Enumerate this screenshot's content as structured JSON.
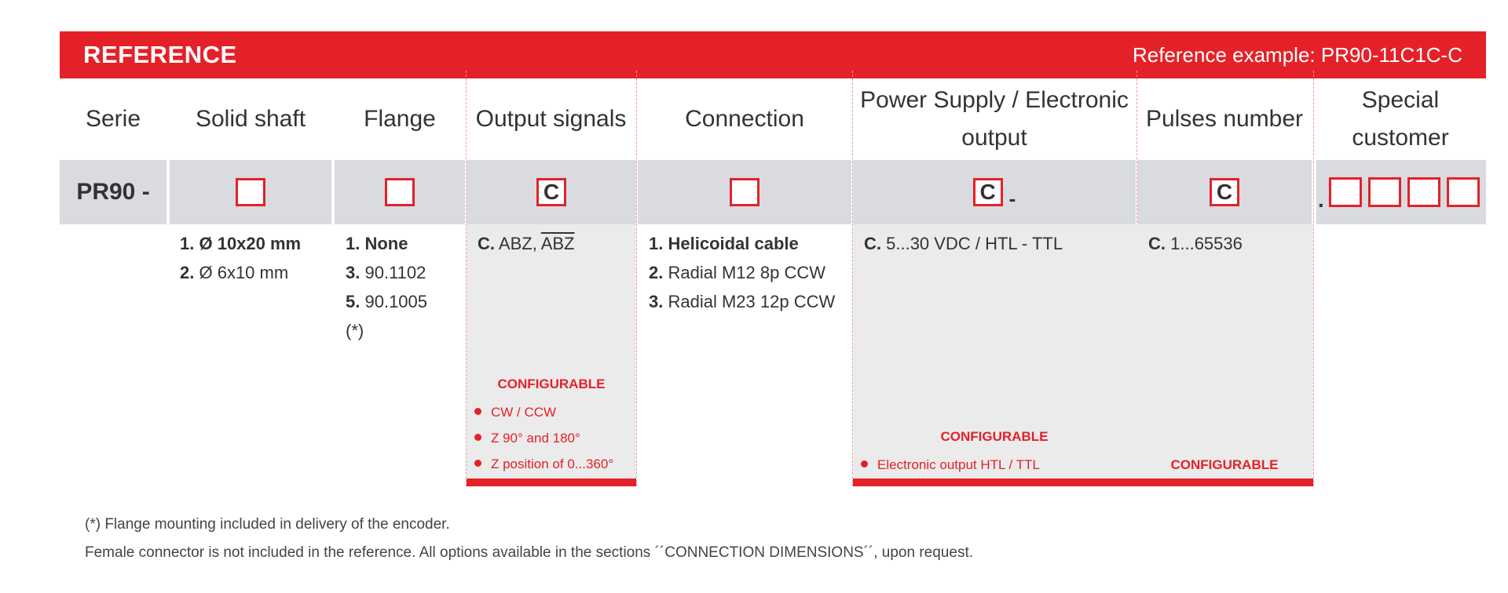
{
  "banner": {
    "title": "REFERENCE",
    "example": "Reference example: PR90-11C1C-C"
  },
  "columns": {
    "serie": "Serie",
    "solid_shaft": "Solid shaft",
    "flange": "Flange",
    "output_signals": "Output signals",
    "connection": "Connection",
    "power_supply": "Power Supply / Electronic output",
    "pulses_number": "Pulses number",
    "special_customer": "Special customer"
  },
  "selection": {
    "serie_value": "PR90 -",
    "output_code": "C",
    "power_code": "C",
    "power_dash": "-",
    "pulses_code": "C",
    "special_dot": "."
  },
  "solid_shaft_options": [
    {
      "code": "1.",
      "text": "Ø 10x20 mm"
    },
    {
      "code": "2.",
      "text": "Ø 6x10 mm"
    }
  ],
  "flange_options": [
    {
      "code": "1.",
      "text": "None"
    },
    {
      "code": "3.",
      "text": "90.1102"
    },
    {
      "code": "5.",
      "text": "90.1005"
    }
  ],
  "flange_note": "(*)",
  "output_options": {
    "code": "C.",
    "text": "ABZ, ",
    "text_overline": "ABZ"
  },
  "output_configurable": {
    "label": "CONFIGURABLE",
    "items": [
      "CW / CCW",
      "Z  90° and 180°",
      "Z position of 0...360°"
    ]
  },
  "connection_options": [
    {
      "code": "1.",
      "text": "Helicoidal cable"
    },
    {
      "code": "2.",
      "text": "Radial M12 8p CCW"
    },
    {
      "code": "3.",
      "text": "Radial M23 12p CCW"
    }
  ],
  "power_options": {
    "code": "C.",
    "text": "5...30 VDC / HTL - TTL"
  },
  "power_configurable": {
    "label": "CONFIGURABLE",
    "items": [
      "Electronic output HTL / TTL"
    ]
  },
  "pulses_options": {
    "code": "C.",
    "text": "1...65536"
  },
  "pulses_configurable": {
    "label": "CONFIGURABLE"
  },
  "footnotes": {
    "line1": "(*)  Flange mounting included in delivery of the encoder.",
    "line2": "Female connector is not included in the reference. All options available in the sections ´´CONNECTION DIMENSIONS´´, upon request."
  },
  "colors": {
    "accent": "#e42128",
    "row_gray": "#d9dbe0",
    "option_gray": "#ebebec"
  }
}
